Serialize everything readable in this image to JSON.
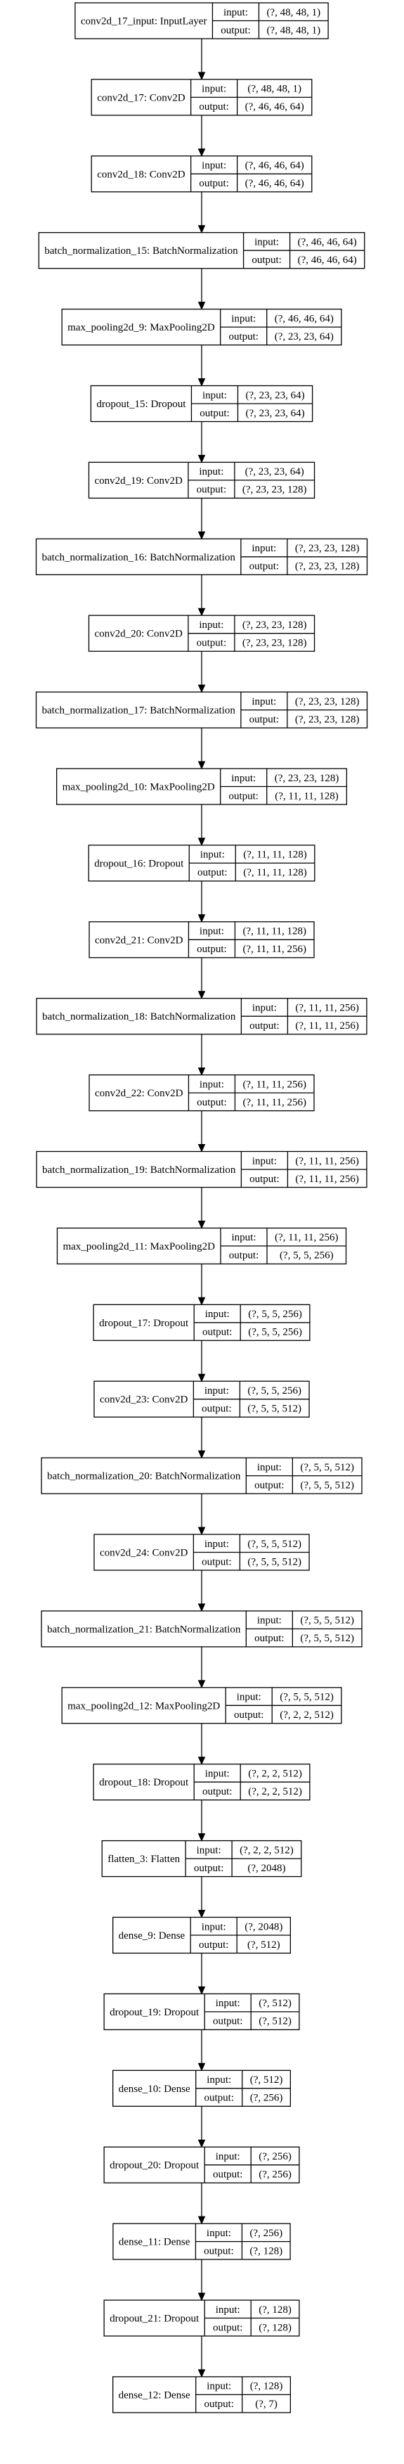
{
  "diagram": {
    "labels": {
      "input": "input:",
      "output": "output:"
    },
    "layers": [
      {
        "name": "conv2d_17_input: InputLayer",
        "input": "(?, 48, 48, 1)",
        "output": "(?, 48, 48, 1)"
      },
      {
        "name": "conv2d_17: Conv2D",
        "input": "(?, 48, 48, 1)",
        "output": "(?, 46, 46, 64)"
      },
      {
        "name": "conv2d_18: Conv2D",
        "input": "(?, 46, 46, 64)",
        "output": "(?, 46, 46, 64)"
      },
      {
        "name": "batch_normalization_15: BatchNormalization",
        "input": "(?, 46, 46, 64)",
        "output": "(?, 46, 46, 64)"
      },
      {
        "name": "max_pooling2d_9: MaxPooling2D",
        "input": "(?, 46, 46, 64)",
        "output": "(?, 23, 23, 64)"
      },
      {
        "name": "dropout_15: Dropout",
        "input": "(?, 23, 23, 64)",
        "output": "(?, 23, 23, 64)"
      },
      {
        "name": "conv2d_19: Conv2D",
        "input": "(?, 23, 23, 64)",
        "output": "(?, 23, 23, 128)"
      },
      {
        "name": "batch_normalization_16: BatchNormalization",
        "input": "(?, 23, 23, 128)",
        "output": "(?, 23, 23, 128)"
      },
      {
        "name": "conv2d_20: Conv2D",
        "input": "(?, 23, 23, 128)",
        "output": "(?, 23, 23, 128)"
      },
      {
        "name": "batch_normalization_17: BatchNormalization",
        "input": "(?, 23, 23, 128)",
        "output": "(?, 23, 23, 128)"
      },
      {
        "name": "max_pooling2d_10: MaxPooling2D",
        "input": "(?, 23, 23, 128)",
        "output": "(?, 11, 11, 128)"
      },
      {
        "name": "dropout_16: Dropout",
        "input": "(?, 11, 11, 128)",
        "output": "(?, 11, 11, 128)"
      },
      {
        "name": "conv2d_21: Conv2D",
        "input": "(?, 11, 11, 128)",
        "output": "(?, 11, 11, 256)"
      },
      {
        "name": "batch_normalization_18: BatchNormalization",
        "input": "(?, 11, 11, 256)",
        "output": "(?, 11, 11, 256)"
      },
      {
        "name": "conv2d_22: Conv2D",
        "input": "(?, 11, 11, 256)",
        "output": "(?, 11, 11, 256)"
      },
      {
        "name": "batch_normalization_19: BatchNormalization",
        "input": "(?, 11, 11, 256)",
        "output": "(?, 11, 11, 256)"
      },
      {
        "name": "max_pooling2d_11: MaxPooling2D",
        "input": "(?, 11, 11, 256)",
        "output": "(?, 5, 5, 256)"
      },
      {
        "name": "dropout_17: Dropout",
        "input": "(?, 5, 5, 256)",
        "output": "(?, 5, 5, 256)"
      },
      {
        "name": "conv2d_23: Conv2D",
        "input": "(?, 5, 5, 256)",
        "output": "(?, 5, 5, 512)"
      },
      {
        "name": "batch_normalization_20: BatchNormalization",
        "input": "(?, 5, 5, 512)",
        "output": "(?, 5, 5, 512)"
      },
      {
        "name": "conv2d_24: Conv2D",
        "input": "(?, 5, 5, 512)",
        "output": "(?, 5, 5, 512)"
      },
      {
        "name": "batch_normalization_21: BatchNormalization",
        "input": "(?, 5, 5, 512)",
        "output": "(?, 5, 5, 512)"
      },
      {
        "name": "max_pooling2d_12: MaxPooling2D",
        "input": "(?, 5, 5, 512)",
        "output": "(?, 2, 2, 512)"
      },
      {
        "name": "dropout_18: Dropout",
        "input": "(?, 2, 2, 512)",
        "output": "(?, 2, 2, 512)"
      },
      {
        "name": "flatten_3: Flatten",
        "input": "(?, 2, 2, 512)",
        "output": "(?, 2048)"
      },
      {
        "name": "dense_9: Dense",
        "input": "(?, 2048)",
        "output": "(?, 512)"
      },
      {
        "name": "dropout_19: Dropout",
        "input": "(?, 512)",
        "output": "(?, 512)"
      },
      {
        "name": "dense_10: Dense",
        "input": "(?, 512)",
        "output": "(?, 256)"
      },
      {
        "name": "dropout_20: Dropout",
        "input": "(?, 256)",
        "output": "(?, 256)"
      },
      {
        "name": "dense_11: Dense",
        "input": "(?, 256)",
        "output": "(?, 128)"
      },
      {
        "name": "dropout_21: Dropout",
        "input": "(?, 128)",
        "output": "(?, 128)"
      },
      {
        "name": "dense_12: Dense",
        "input": "(?, 128)",
        "output": "(?, 7)"
      }
    ]
  }
}
